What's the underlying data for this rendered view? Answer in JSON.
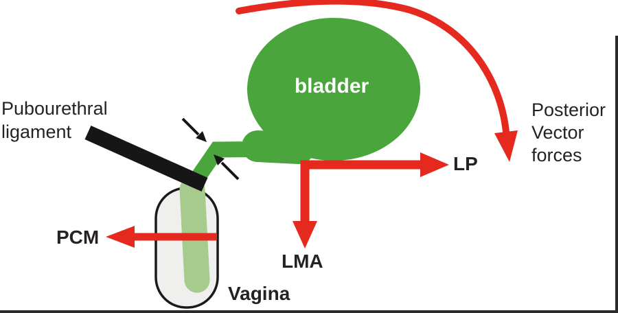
{
  "labels": {
    "pubourethral_ligament": "Pubourethral\nligament",
    "bladder": "bladder",
    "vagina": "Vagina",
    "pcm": "PCM",
    "lp": "LP",
    "lma": "LMA",
    "posterior_vector_forces": "Posterior\nVector\nforces"
  },
  "shapes": {
    "bladder": "large green blob with white label",
    "urethra": "green tube from bladder neck kinking down into vagina",
    "vagina": "grey capsule outline containing light-green urethra",
    "pubourethral_ligament": "black diagonal bar from label to vagina top",
    "kink_arrows": "two small black arrows pointing at urethral kink",
    "pcm_arrow": "red arrow pointing left through vagina",
    "lp_arrow": "red arrow pointing right from bladder base",
    "lma_arrow": "red arrow pointing down from bladder base",
    "posterior_vector_arrow": "large red curved arrow arcing over bladder and down"
  },
  "colors": {
    "bladder_green": "#4aa63c",
    "urethra_light_green": "#a7ca8d",
    "vagina_fill": "#efefed",
    "outline": "#1a1a1a",
    "arrow_red": "#e6291e",
    "text": "#262224",
    "bladder_label": "#ffffff",
    "frame": "#2b2b2b"
  }
}
